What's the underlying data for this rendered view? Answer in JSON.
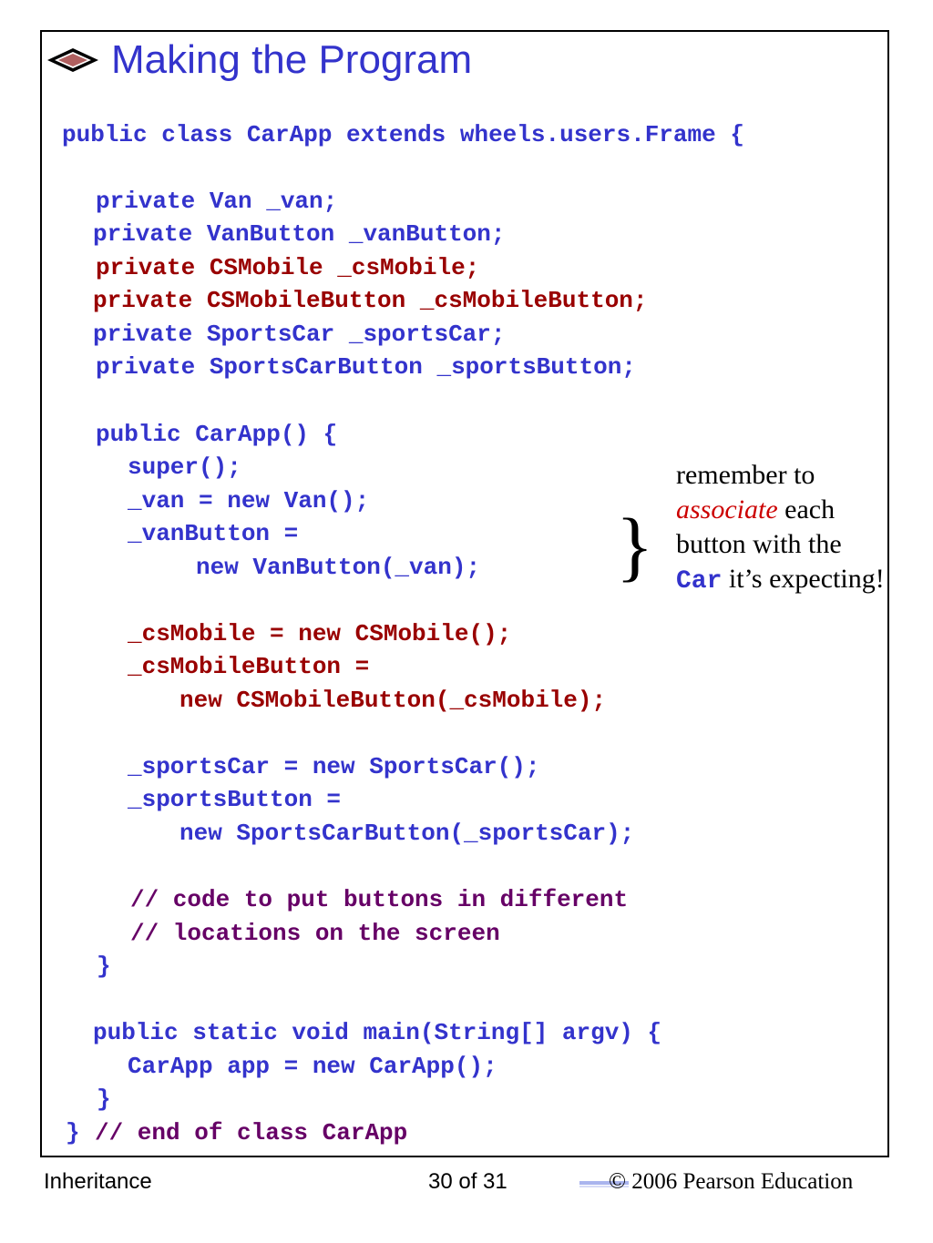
{
  "slide": {
    "title": "Making the Program",
    "code": [
      {
        "text": "public class CarApp extends wheels.users.Frame {",
        "color": "blue"
      },
      {
        "text": "private Van _van;",
        "color": "blue"
      },
      {
        "text": "private VanButton _vanButton;",
        "color": "blue"
      },
      {
        "text": "private CSMobile _csMobile;",
        "color": "red"
      },
      {
        "text": "private CSMobileButton _csMobileButton;",
        "color": "red"
      },
      {
        "text": "private SportsCar _sportsCar;",
        "color": "blue"
      },
      {
        "text": "private SportsCarButton _sportsButton;",
        "color": "blue"
      },
      {
        "text": "public CarApp() {",
        "color": "blue"
      },
      {
        "text": "super();",
        "color": "blue"
      },
      {
        "text": "_van = new Van();",
        "color": "blue"
      },
      {
        "text": "_vanButton =",
        "color": "blue"
      },
      {
        "text": "new VanButton(_van);",
        "color": "blue"
      },
      {
        "text": "_csMobile = new CSMobile();",
        "color": "red"
      },
      {
        "text": "_csMobileButton =",
        "color": "red"
      },
      {
        "text": "new CSMobileButton(_csMobile);",
        "color": "red"
      },
      {
        "text": "_sportsCar = new SportsCar();",
        "color": "blue"
      },
      {
        "text": "_sportsButton =",
        "color": "blue"
      },
      {
        "text": "new SportsCarButton(_sportsCar);",
        "color": "blue"
      },
      {
        "text": "// code to put buttons in different",
        "color": "purple"
      },
      {
        "text": "// locations on the screen",
        "color": "purple"
      },
      {
        "text": "}",
        "color": "blue"
      },
      {
        "text": "public static void main(String[] argv) {",
        "color": "blue"
      },
      {
        "text": "CarApp app = new CarApp();",
        "color": "blue"
      },
      {
        "text": "}",
        "color": "blue"
      },
      {
        "text": "}",
        "color": "blue"
      },
      {
        "text": "// end of class CarApp",
        "color": "purple"
      }
    ],
    "note": {
      "part1": "remember to",
      "part2": "associate",
      "part3": " each button with the ",
      "part4": "Car",
      "part5": " it’s expecting!"
    },
    "brace": "}"
  },
  "footer": {
    "left": "Inheritance",
    "center": "30 of 31",
    "right": "© 2006 Pearson Education"
  },
  "colors": {
    "blue": "#3333cc",
    "red": "#990000",
    "purple": "#660066"
  }
}
